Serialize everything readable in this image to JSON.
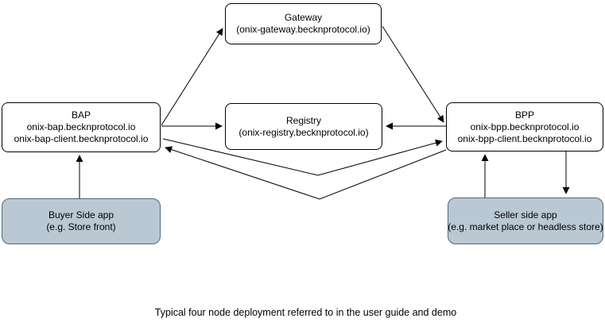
{
  "diagram": {
    "caption": "Typical four node deployment referred to in the user guide and demo",
    "nodes": {
      "gateway": {
        "title": "Gateway",
        "subtitle": "(onix-gateway.becknprotocol.io)"
      },
      "bap": {
        "title": "BAP",
        "line1": "onix-bap.becknprotocol.io",
        "line2": "onix-bap-client.becknprotocol.io"
      },
      "registry": {
        "title": "Registry",
        "subtitle": "(onix-registry.becknprotocol.io)"
      },
      "bpp": {
        "title": "BPP",
        "line1": "onix-bpp.becknprotocol.io",
        "line2": "onix-bpp-client.becknprotocol.io"
      },
      "buyer_app": {
        "title": "Buyer Side app",
        "subtitle": "(e.g. Store front)"
      },
      "seller_app": {
        "title": "Seller side app",
        "subtitle": "(e.g. market place or headless store)"
      }
    },
    "edges": [
      {
        "from": "bap",
        "to": "gateway",
        "arrowhead_at": "gateway"
      },
      {
        "from": "bap",
        "to": "registry",
        "arrowhead_at": "registry"
      },
      {
        "from": "gateway",
        "to": "bpp",
        "arrowhead_at": "bpp"
      },
      {
        "from": "bpp",
        "to": "registry",
        "arrowhead_at": "registry"
      },
      {
        "from": "bap",
        "to": "bpp",
        "arrowhead_at": "bpp",
        "shape": "v-polyline"
      },
      {
        "from": "bpp",
        "to": "bap",
        "arrowhead_at": "bap",
        "shape": "v-polyline"
      },
      {
        "from": "buyer_app",
        "to": "bap",
        "arrowhead_at": "bap"
      },
      {
        "from": "seller_app",
        "to": "bpp",
        "arrowhead_at": "bpp"
      },
      {
        "from": "bpp",
        "to": "seller_app",
        "arrowhead_at": "seller_app"
      }
    ],
    "colors": {
      "background": "#ffffff",
      "node_fill": "#ffffff",
      "node_border": "#000000",
      "app_node_fill": "#bac8d4",
      "app_node_border": "#51697a",
      "arrow": "#000000",
      "text": "#000000"
    }
  }
}
